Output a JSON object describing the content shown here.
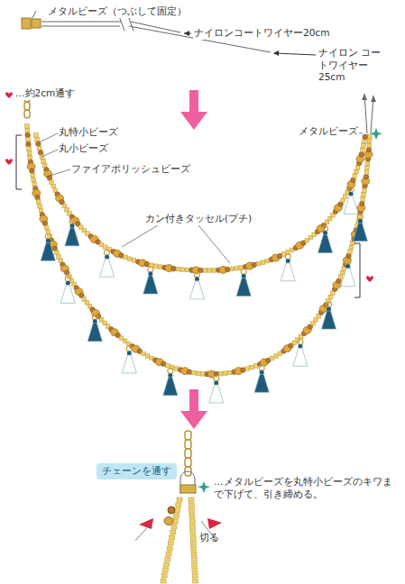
{
  "diagram": {
    "nodes": [
      {
        "text": [
          "チェーンを通す"
        ]
      }
    ],
    "labels": [
      "メタルビーズ（つぶして固定）",
      "ナイロンコートワイヤー20cm",
      "ナイロン コートワイヤー25cm",
      "…約2cm通す",
      "丸特小ビーズ",
      "丸小ビーズ",
      "ファイアポリッシュビーズ",
      "カン付きタッセル(プチ)",
      "メタルビーズ",
      "…メタルビーズを丸特小ビーズのキワまで下げて、引き締める。",
      "切る"
    ]
  }
}
